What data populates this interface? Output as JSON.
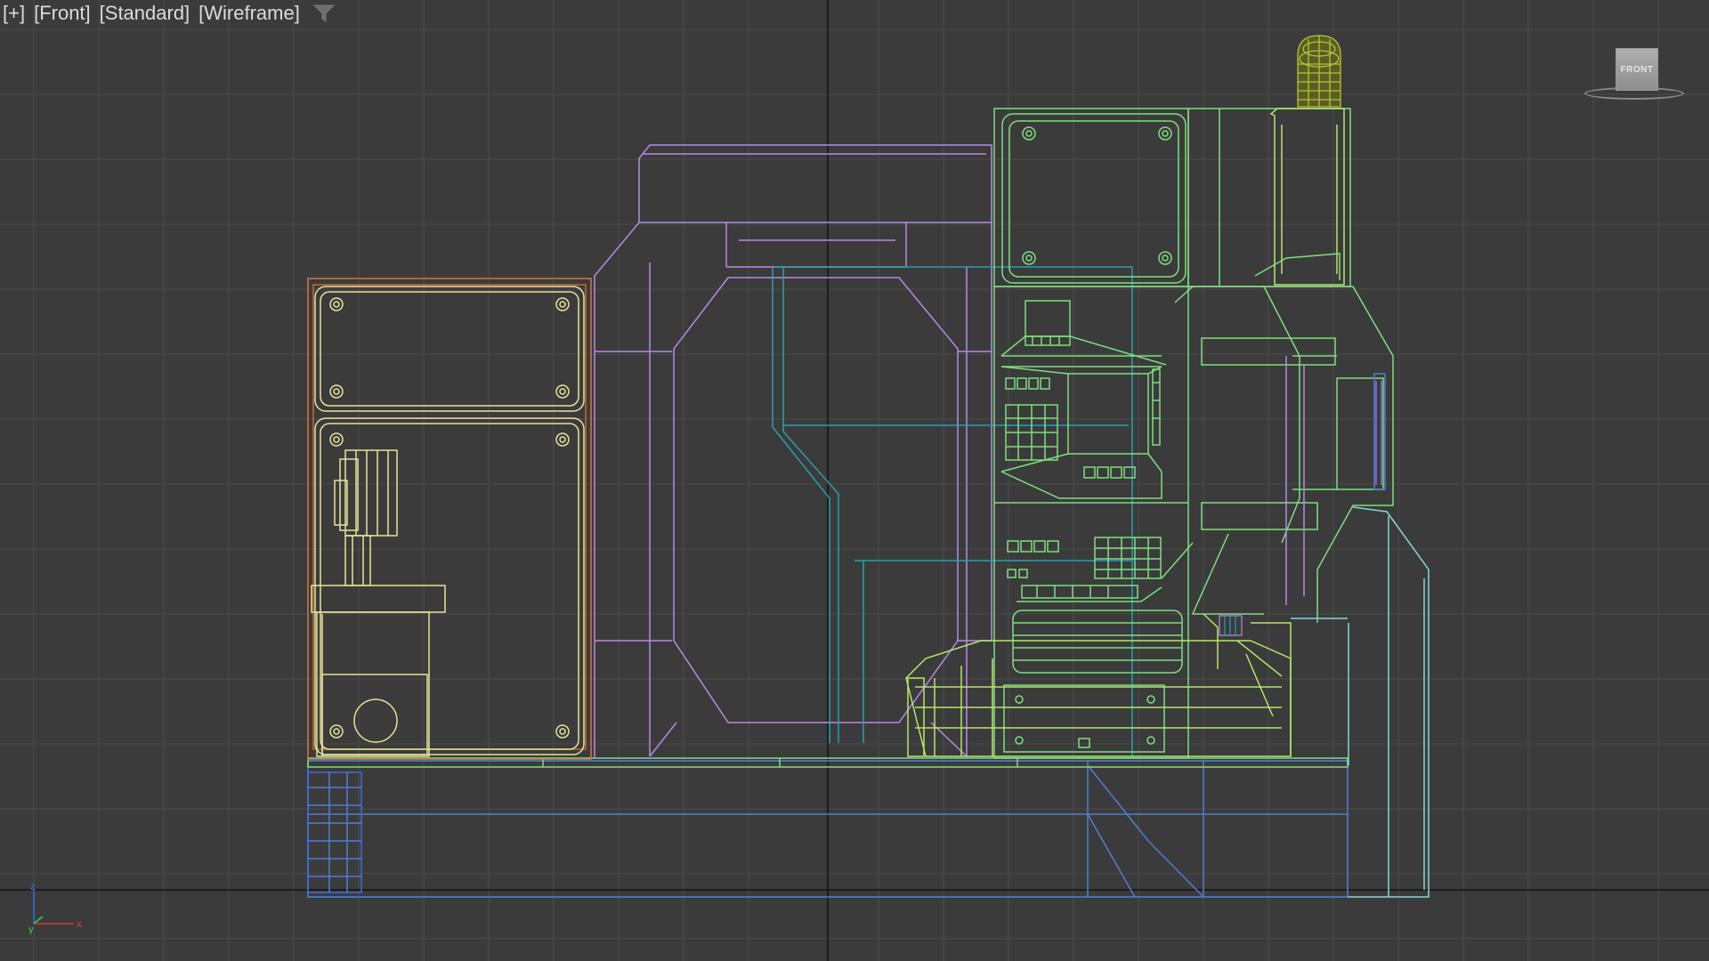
{
  "viewport": {
    "labels": {
      "plus": "[+]",
      "view": "[Front]",
      "shading_mode": "[Standard]",
      "display_mode": "[Wireframe]"
    },
    "filter_icon": "funnel-icon",
    "viewcube_label": "FRONT",
    "axis": {
      "z": "z",
      "x": "x",
      "y": "y"
    },
    "colors": {
      "background": "#3b3b3b",
      "grid": "#4a4a4a",
      "grid_axis": "#111111",
      "orange": "#d27a3c",
      "yellow": "#e4e49a",
      "purple": "#b68be6",
      "cyan": "#2a9fb0",
      "green": "#7ee07e",
      "lime": "#b6e66a",
      "blue": "#4f7fd6",
      "teal": "#8ad6d6",
      "olive": "#b6c23a"
    }
  }
}
